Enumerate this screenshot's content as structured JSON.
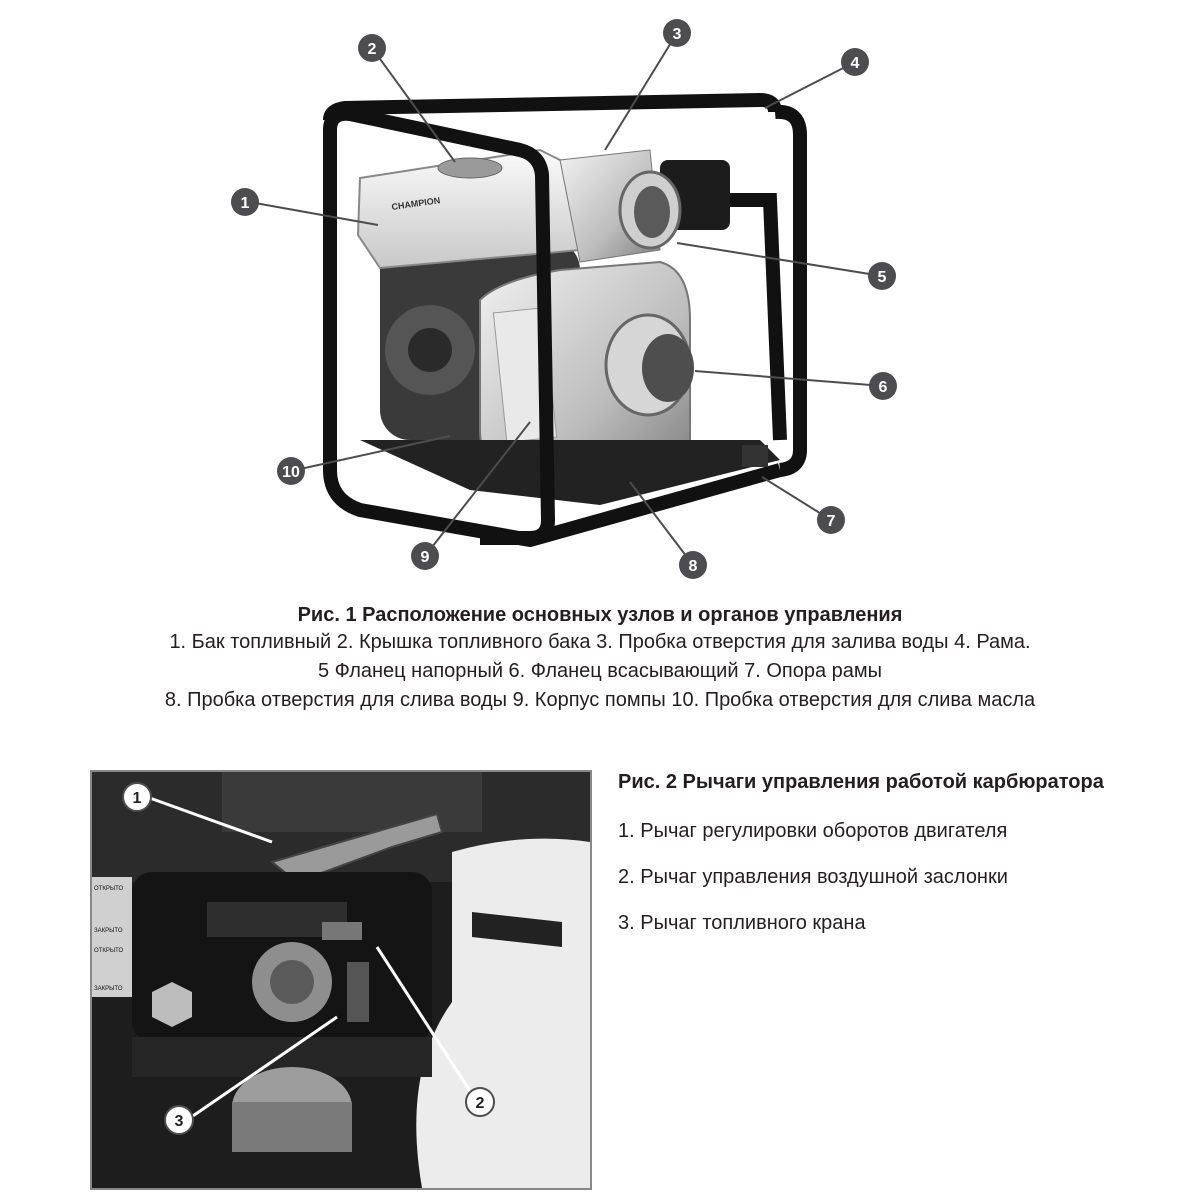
{
  "figure1": {
    "callouts": [
      "1",
      "2",
      "3",
      "4",
      "5",
      "6",
      "7",
      "8",
      "9",
      "10"
    ],
    "brand_label": "CHAMPION"
  },
  "caption1": {
    "title": "Рис. 1 Расположение основных узлов и органов управления",
    "lines": [
      "1. Бак топливный 2. Крышка топливного бака 3. Пробка отверстия  для залива воды 4. Рама.",
      "5 Фланец напорный 6. Фланец всасывающий 7. Опора рамы",
      "8. Пробка отверстия для слива воды 9. Корпус помпы 10. Пробка отверстия для слива масла"
    ]
  },
  "figure2": {
    "callouts": [
      "1",
      "2",
      "3"
    ],
    "panel_labels": [
      "ОТКРЫТО",
      "ЗАКРЫТО",
      "ОТКРЫТО",
      "ЗАКРЫТО"
    ]
  },
  "caption2": {
    "title": "Рис. 2 Рычаги управления работой карбюратора",
    "items": [
      "1. Рычаг регулировки оборотов двигателя",
      "2. Рычаг управления воздушной заслонки",
      "3. Рычаг топливного крана"
    ]
  },
  "colors": {
    "callout": "#4d4d4f",
    "text": "#231f20"
  }
}
